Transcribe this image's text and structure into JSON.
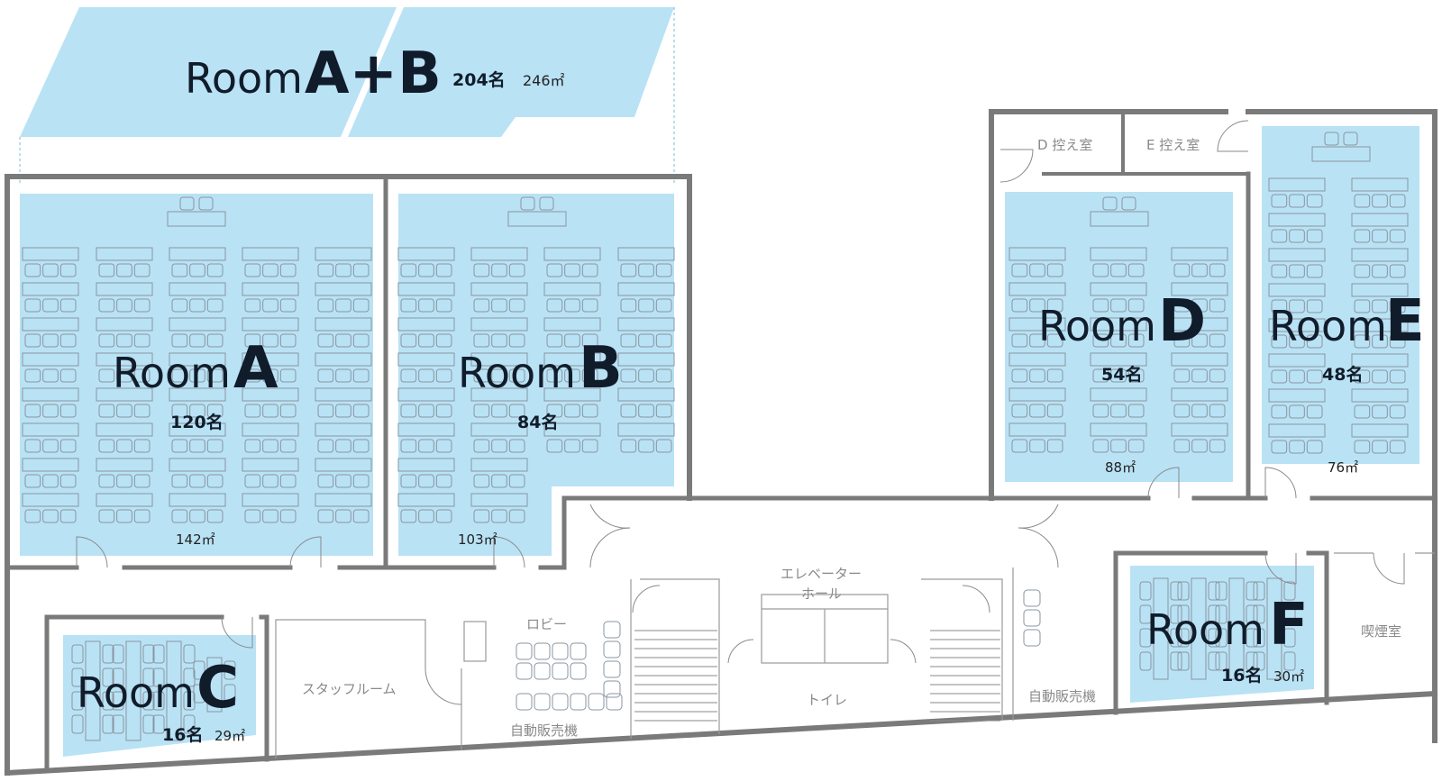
{
  "rooms": {
    "ab": {
      "word": "Room",
      "letter": "A+B",
      "capacity": "204名",
      "area": "246㎡"
    },
    "a": {
      "word": "Room",
      "letter": "A",
      "capacity": "120名",
      "area": "142㎡"
    },
    "b": {
      "word": "Room",
      "letter": "B",
      "capacity": "84名",
      "area": "103㎡"
    },
    "c": {
      "word": "Room",
      "letter": "C",
      "capacity": "16名",
      "area": "29㎡"
    },
    "d": {
      "word": "Room",
      "letter": "D",
      "capacity": "54名",
      "area": "88㎡"
    },
    "e": {
      "word": "Room",
      "letter": "E",
      "capacity": "48名",
      "area": "76㎡"
    },
    "f": {
      "word": "Room",
      "letter": "F",
      "capacity": "16名",
      "area": "30㎡"
    }
  },
  "facilities": {
    "d_waiting": "D 控え室",
    "e_waiting": "E 控え室",
    "elevator_line1": "エレベーター",
    "elevator_line2": "ホール",
    "lobby": "ロビー",
    "staff_room": "スタッフルーム",
    "vending_lobby": "自動販売機",
    "vending_right": "自動販売機",
    "toilet": "トイレ",
    "smoking": "喫煙室"
  },
  "colors": {
    "room_fill": "#b9e2f5",
    "wall": "#7a7a7a",
    "label": "#111c2b"
  }
}
